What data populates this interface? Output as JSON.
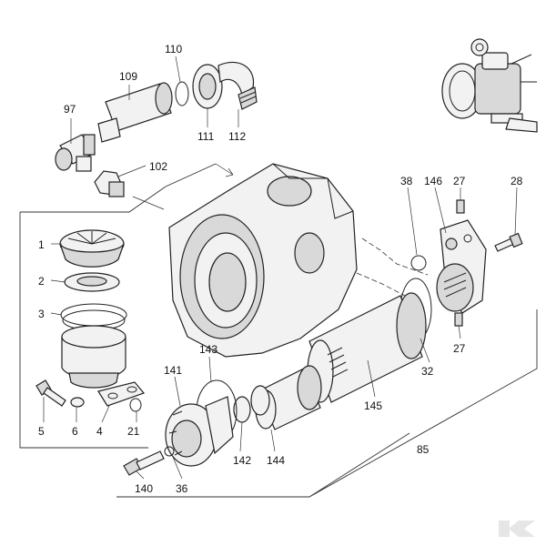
{
  "labels": {
    "p1": "1",
    "p2": "2",
    "p3": "3",
    "p4": "4",
    "p5": "5",
    "p6": "6",
    "p21": "21",
    "p27a": "27",
    "p27b": "27",
    "p28": "28",
    "p32": "32",
    "p36": "36",
    "p38": "38",
    "p85": "85",
    "p97": "97",
    "p102": "102",
    "p109": "109",
    "p110": "110",
    "p111": "111",
    "p112": "112",
    "p140": "140",
    "p141": "141",
    "p142": "142",
    "p143": "143",
    "p144": "144",
    "p145": "145",
    "p146": "146"
  },
  "icons": {
    "thumbnail": "pump-assembly-thumbnail",
    "watermark": "brand-logo-k"
  },
  "colors": {
    "line": "#222222",
    "fill": "#f2f2f2",
    "shade": "#d9d9d9",
    "watermark": "#e6e6e6"
  }
}
